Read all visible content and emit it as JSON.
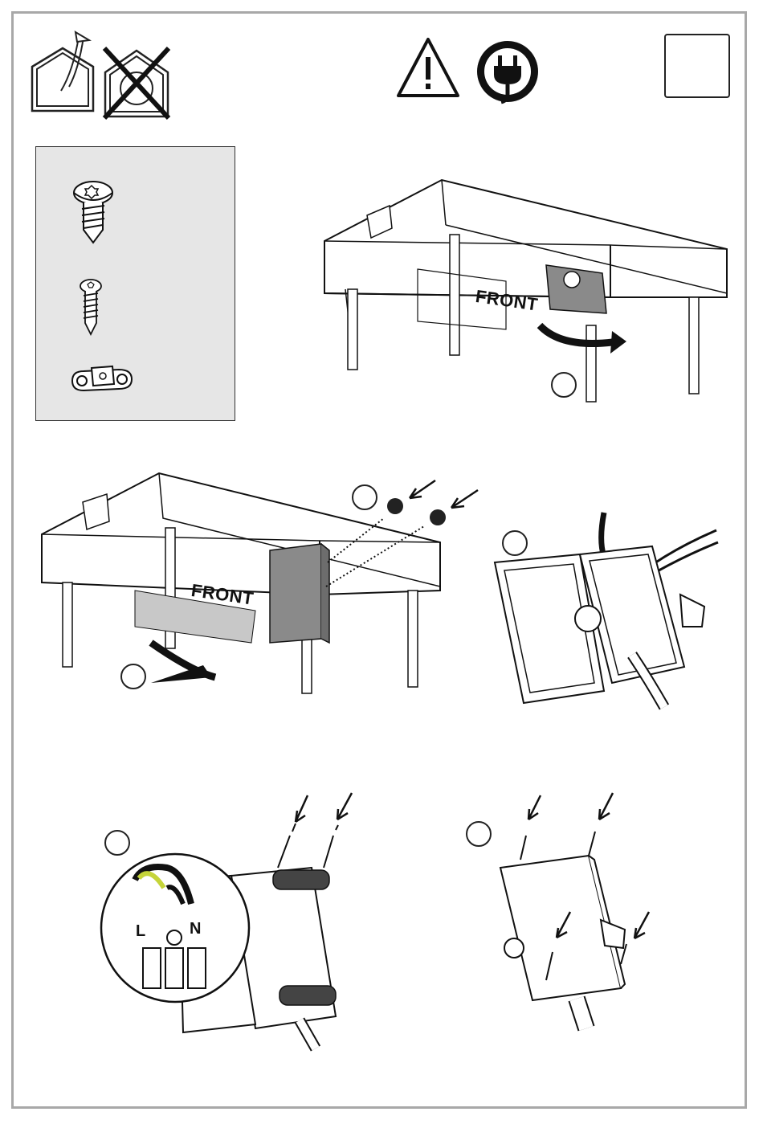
{
  "page_number_box": "",
  "front_label_1": "FRONT",
  "front_label_2": "FRONT",
  "terminal_labels": {
    "live": "L",
    "neutral": "N"
  },
  "step_numbers": [
    "",
    "",
    "",
    "",
    ""
  ],
  "icons": {
    "indoor_use": "house-arrow-icon",
    "no_outdoor": "crossed-house-icon",
    "warning": "warning-triangle-icon",
    "power": "power-plug-icon"
  },
  "parts": [
    "torx-screw-icon",
    "self-tapping-screw-icon",
    "cable-clamp-icon"
  ],
  "colors": {
    "frame": "#a8a8a8",
    "parts_bg": "#e6e6e6",
    "bracket": "#8a8a8a",
    "earth_wire": "#c5d43a"
  }
}
